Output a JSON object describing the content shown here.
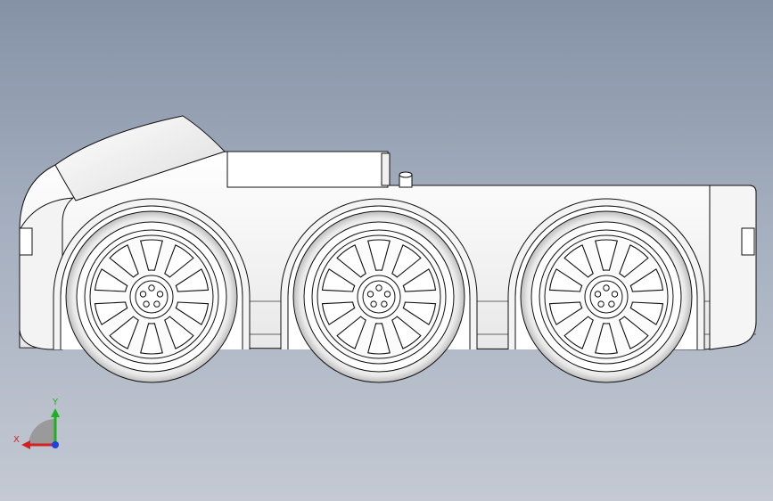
{
  "scene": {
    "description_visible": "",
    "model_color": "#f7f7f7",
    "edge_color": "#111111",
    "background_top": "#8592a6",
    "background_bottom": "#c4c9d3"
  },
  "triad": {
    "x_label": "X",
    "y_label": "Y",
    "x_color": "#d42020",
    "y_color": "#1fb01f",
    "z_color": "#2040e0"
  },
  "wheels": [
    {
      "name": "front-wheel"
    },
    {
      "name": "middle-wheel"
    },
    {
      "name": "rear-wheel"
    }
  ]
}
